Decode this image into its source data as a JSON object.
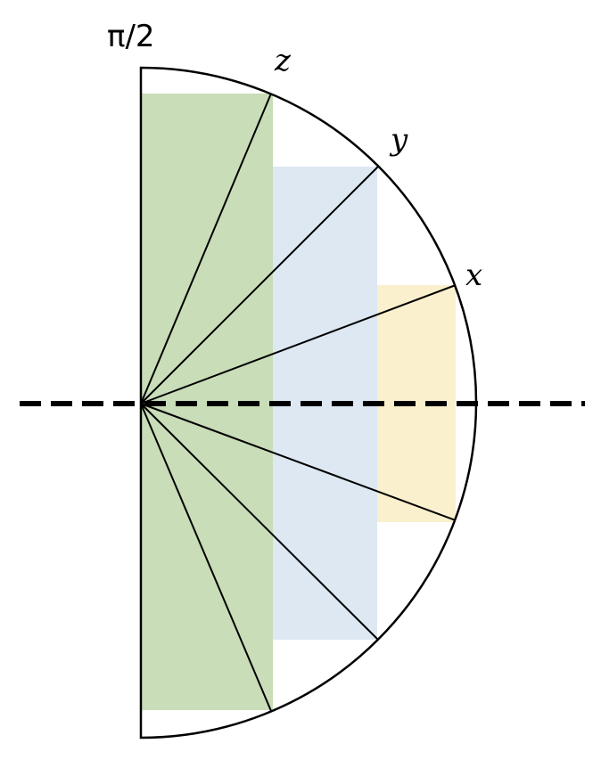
{
  "labels": {
    "top": "π/2",
    "z": "z",
    "y": "y",
    "x": "x"
  },
  "colors": {
    "green_band": "#c9ddb8",
    "blue_band": "#dde8f3",
    "yellow_band": "#fbf0cd",
    "stroke": "#000000",
    "background": "#ffffff"
  }
}
